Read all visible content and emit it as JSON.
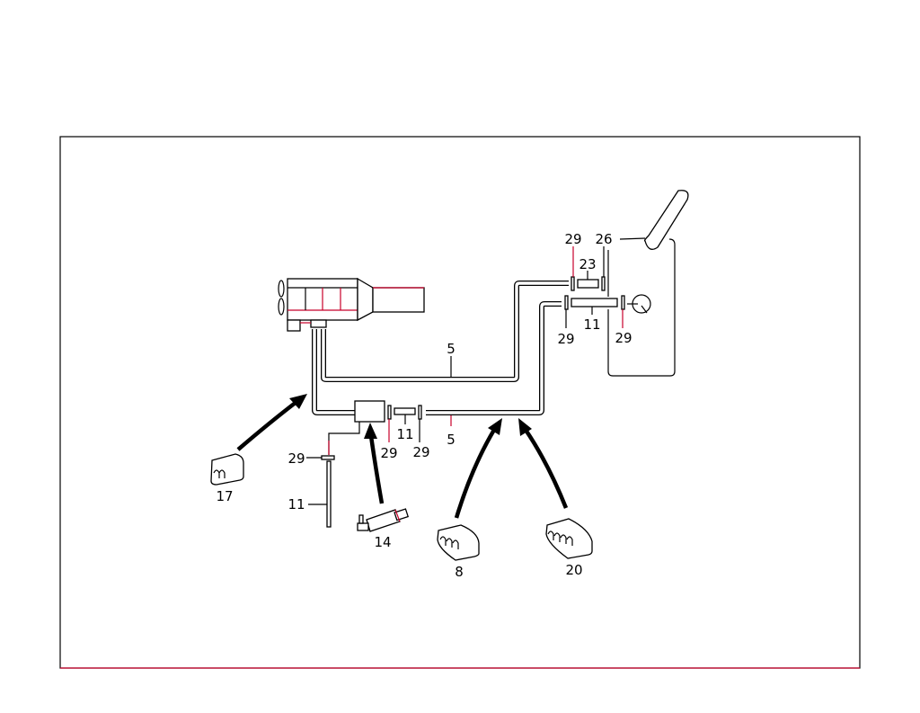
{
  "diagram": {
    "colors": {
      "line": "#000000",
      "accent": "#c8002a",
      "background": "#ffffff"
    },
    "callouts": [
      {
        "id": "c-29-top",
        "text": "29"
      },
      {
        "id": "c-26",
        "text": "26"
      },
      {
        "id": "c-23",
        "text": "23"
      },
      {
        "id": "c-11-right",
        "text": "11"
      },
      {
        "id": "c-29-right-left",
        "text": "29"
      },
      {
        "id": "c-29-right-right",
        "text": "29"
      },
      {
        "id": "c-5-upper",
        "text": "5"
      },
      {
        "id": "c-11-mid",
        "text": "11"
      },
      {
        "id": "c-5-lower",
        "text": "5"
      },
      {
        "id": "c-29-mid-left",
        "text": "29"
      },
      {
        "id": "c-29-mid-right",
        "text": "29"
      },
      {
        "id": "c-29-left",
        "text": "29"
      },
      {
        "id": "c-17",
        "text": "17"
      },
      {
        "id": "c-11-left",
        "text": "11"
      },
      {
        "id": "c-14",
        "text": "14"
      },
      {
        "id": "c-8",
        "text": "8"
      },
      {
        "id": "c-20",
        "text": "20"
      }
    ]
  }
}
